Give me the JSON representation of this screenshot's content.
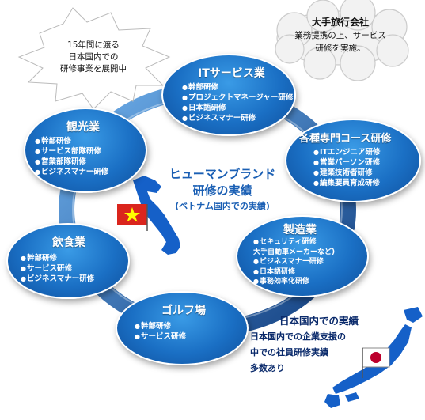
{
  "burst": {
    "lines": [
      "15年間に渡る",
      "日本国内での",
      "研修事業を展開中"
    ]
  },
  "cloud": {
    "title": "大手旅行会社",
    "lines": [
      "業務提携の上、サービス",
      "研修を実施。"
    ]
  },
  "center": {
    "line1": "ヒューマンブランド",
    "line2": "研修の実績",
    "line3": "(ベトナム国内での実績)"
  },
  "ovals": {
    "it": {
      "title": "ITサービス業",
      "items": [
        "幹部研修",
        "プロジェクトマネージャー研修",
        "日本語研修",
        "ビジネスマナー研修"
      ]
    },
    "tourism": {
      "title": "観光業",
      "items": [
        "幹部研修",
        "サービス部隊研修",
        "営業部隊研修",
        "ビジネスマナー研修"
      ]
    },
    "specialist": {
      "title": "各種専門コース研修",
      "items": [
        "ITエンジニア研修",
        "営業パーソン研修",
        "建築技術者研修",
        "編集要員育成研修"
      ]
    },
    "manufacturing": {
      "title": "製造業",
      "items": [
        "セキュリティ研修",
        "大手自動車メーカーなど)",
        "ビジネスマナー研修",
        "日本語研修",
        "事務効率化研修"
      ]
    },
    "food": {
      "title": "飲食業",
      "items": [
        "幹部研修",
        "サービス研修",
        "ビジネスマナー研修"
      ]
    },
    "golf": {
      "title": "ゴルフ場",
      "items": [
        "幹部研修",
        "サービス研修"
      ]
    }
  },
  "japan": {
    "title": "日本国内での実績",
    "lines": [
      "日本国内での企業支援の",
      "中での社員研修実績",
      "多数あり"
    ]
  },
  "colors": {
    "oval_blue": "#1a6fc4",
    "ring_blue": "#1f5fa8",
    "title_blue": "#1a5fb4",
    "vietnam_red": "#da251d",
    "vietnam_star": "#ffff00",
    "japan_red": "#bc002d",
    "map_blue": "#1560c8"
  }
}
